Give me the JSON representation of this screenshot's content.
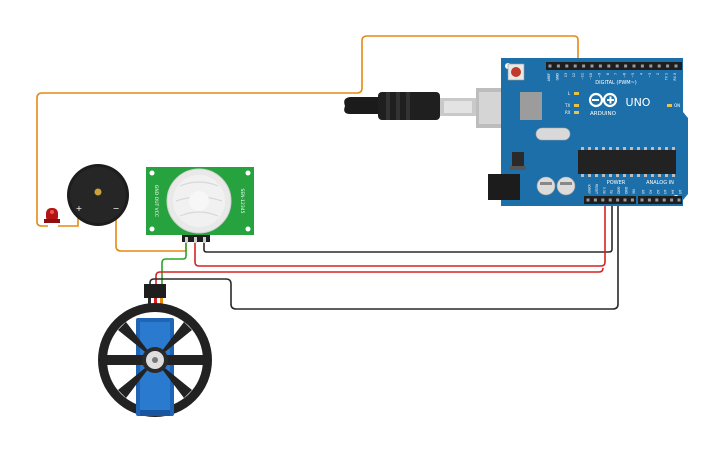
{
  "arduino": {
    "brand": "ARDUINO",
    "model": "UNO",
    "digital_header": "DIGITAL (PWM~)",
    "power_header": "POWER",
    "analog_header": "ANALOG IN",
    "on_led": "ON",
    "tx": "TX",
    "rx": "RX",
    "l_led": "L",
    "digital_pins": [
      "AREF",
      "GND",
      "13",
      "12",
      "~11",
      "~10",
      "~9",
      "8",
      "7",
      "~6",
      "~5",
      "4",
      "~3",
      "2",
      "TX 1",
      "RX 0"
    ],
    "power_pins": [
      "IOREF",
      "RESET",
      "3.3V",
      "5V",
      "GND",
      "GND",
      "Vin"
    ],
    "analog_pins": [
      "A0",
      "A1",
      "A2",
      "A3",
      "A4",
      "A5"
    ],
    "board_color": "#1c6fa8"
  },
  "pir": {
    "pin_vcc": "VCC",
    "pin_out": "OUT",
    "pin_gnd": "GND",
    "label_left": "GND OUT VCC",
    "label_right": "SEN-12345"
  },
  "buzzer": {
    "plus": "+",
    "minus": "−"
  },
  "wires": {
    "orange": "#e58a12",
    "black": "#2a2a2a",
    "red": "#d62222",
    "green": "#2aa52a",
    "brown": "#8a4a1a"
  },
  "icons": {
    "usb": "usb-cable-icon",
    "servo": "servo-motor-icon",
    "led": "red-led-icon"
  }
}
